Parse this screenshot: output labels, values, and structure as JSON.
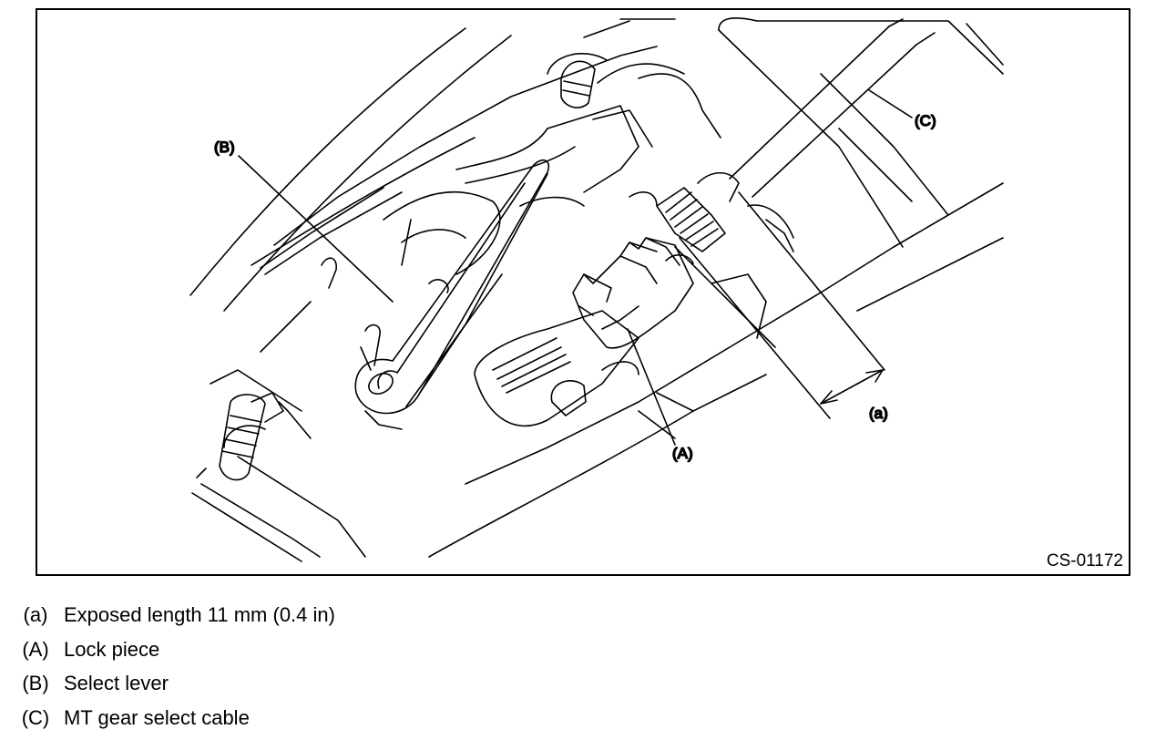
{
  "figure": {
    "callouts": {
      "a": "(a)",
      "A": "(A)",
      "B": "(B)",
      "C": "(C)"
    },
    "figure_id": "CS-01172"
  },
  "legend": [
    {
      "key": "(a)",
      "text": "Exposed length 11 mm (0.4 in)"
    },
    {
      "key": "(A)",
      "text": "Lock piece"
    },
    {
      "key": "(B)",
      "text": "Select lever"
    },
    {
      "key": "(C)",
      "text": "MT gear select cable"
    }
  ]
}
